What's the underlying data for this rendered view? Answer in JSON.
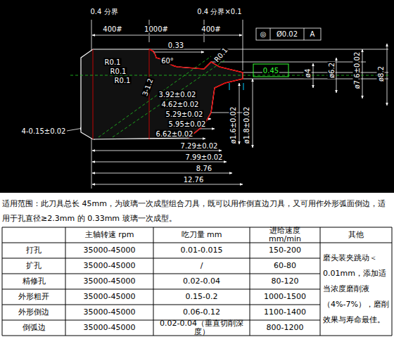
{
  "diagram": {
    "labels": [
      "0.4 分界",
      "0.4 分界×0.1",
      "400#",
      "1000#",
      "400#",
      "◎",
      "Ø0.02",
      "A",
      "R0.1",
      "R0.1",
      "R0.1",
      "0.33",
      "60°",
      "R0.1",
      "3-1.2",
      "0.45",
      "ø4",
      "ø6.2",
      "ø7.6±0.02",
      "ø8.2",
      "ø1.6±0.02",
      "ø1.8±0.02",
      "3.92±0.02",
      "4.62±0.02",
      "5.29±0.02",
      "5.95±0.02",
      "6.62±0.02",
      "7.29±0.02",
      "7.99±0.02",
      "8.76",
      "12.76",
      "4-0.15±0.02",
      "适用范围：此刀具总长 45mm，为玻璃一次成型组合刀具，既可以用作倒直边刀具，又可用作外形弧面倒边，适用于孔直径≥2.3mm 的 0.33mm 玻璃一次成型。",
      "主轴转速 rpm",
      "吃刀量 mm",
      "进给速度 mm/min",
      "其他",
      "打孔",
      "35000-45000",
      "0.01-0.015",
      "150-200",
      "磨头装夹跳动＜0.01mm，添加适当浓度磨削液（4%-7%），磨削效果与寿命最佳。",
      "扩孔",
      "35000-45000",
      "/",
      "60-80",
      "精修孔",
      "35000-45000",
      "0.02-0.04",
      "80-120",
      "外形粗开",
      "35000-45000",
      "0.15-0.2",
      "1000-1500",
      "外形倒边",
      "35000-45000",
      "0.06-0.12",
      "1100-1400",
      "倒弧边",
      "35000-45000",
      "0.02-0.04（垂直切削深度）",
      "800-1200"
    ]
  }
}
